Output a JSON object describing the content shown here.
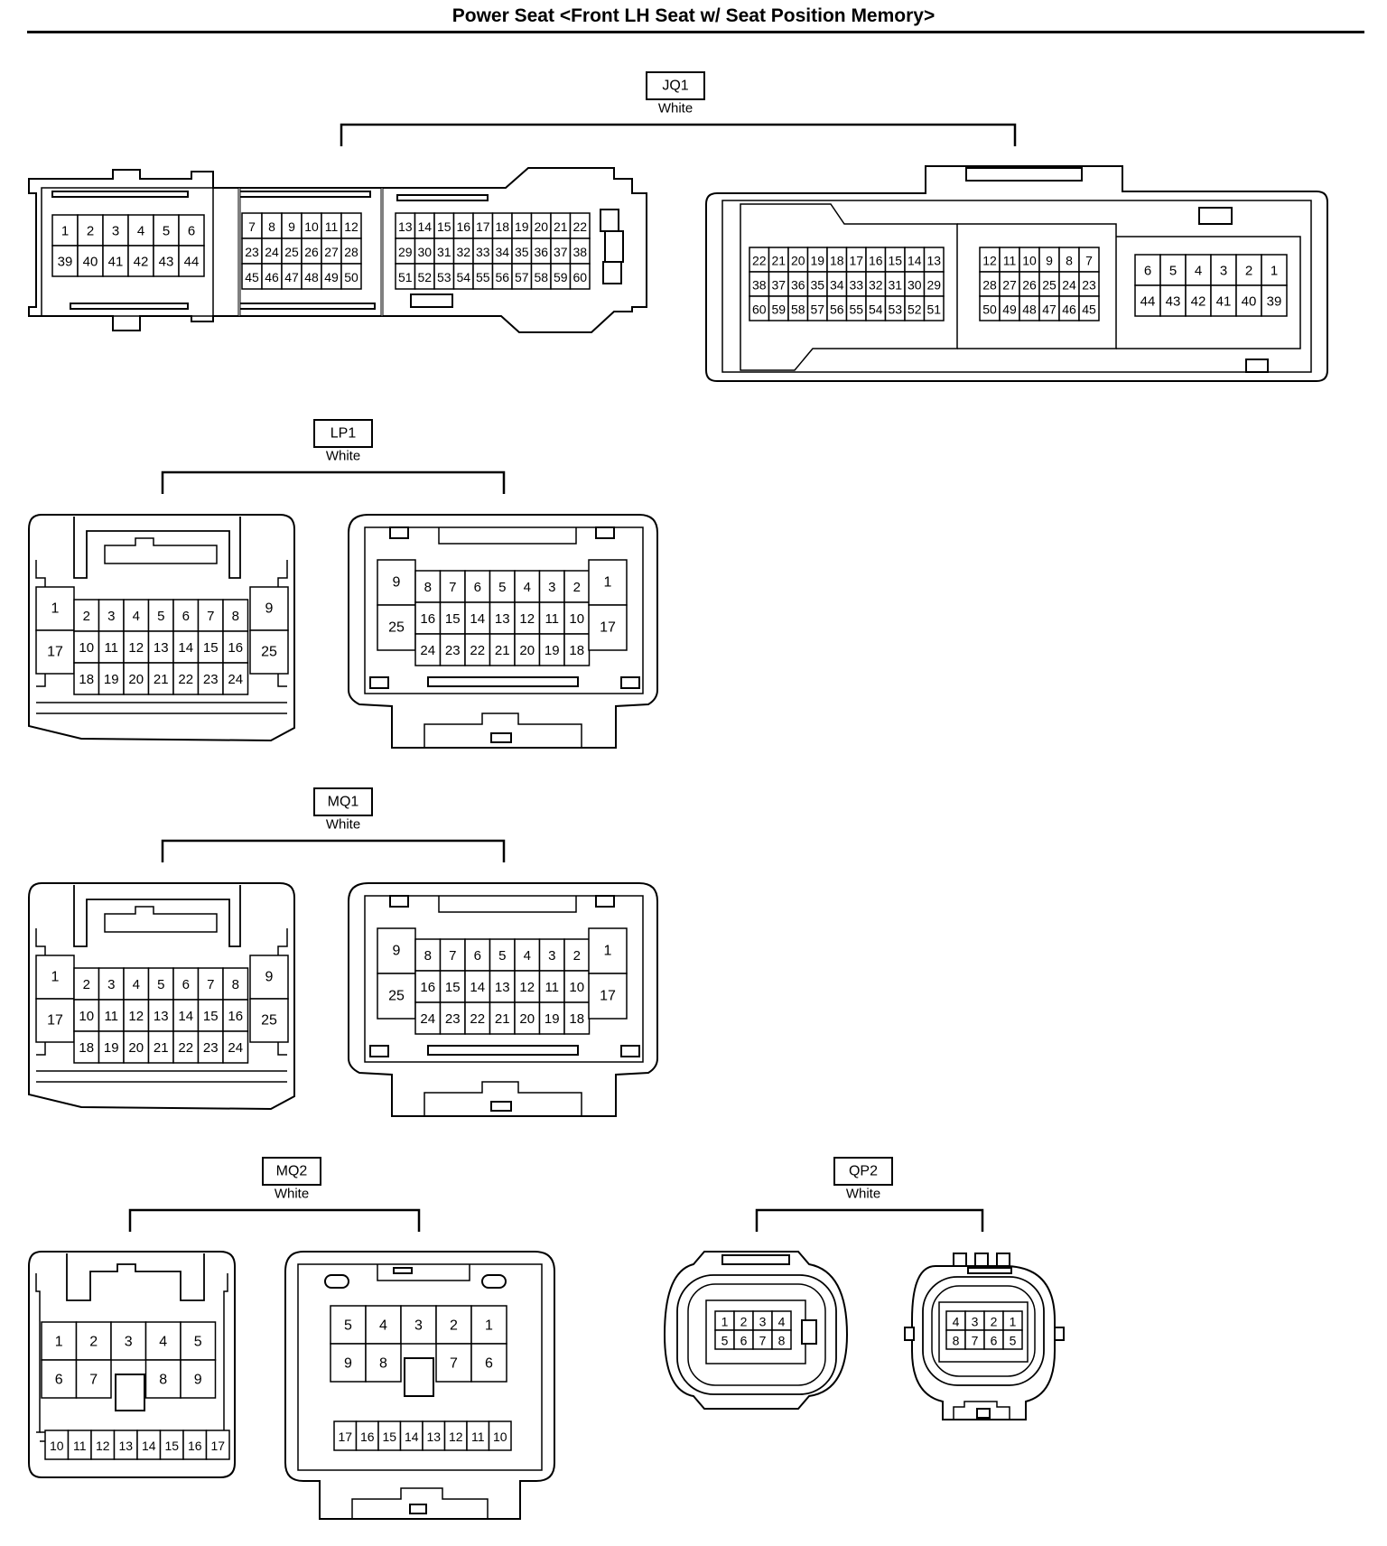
{
  "title": "Power Seat <Front LH Seat w/ Seat Position Memory>",
  "connectors": [
    {
      "id": "JQ1",
      "color": "White",
      "left": {
        "sections": [
          {
            "rows": [
              [
                "1",
                "2",
                "3",
                "4",
                "5",
                "6"
              ],
              [
                "39",
                "40",
                "41",
                "42",
                "43",
                "44"
              ]
            ]
          },
          {
            "rows": [
              [
                "7",
                "8",
                "9",
                "10",
                "11",
                "12"
              ],
              [
                "23",
                "24",
                "25",
                "26",
                "27",
                "28"
              ],
              [
                "45",
                "46",
                "47",
                "48",
                "49",
                "50"
              ]
            ]
          },
          {
            "rows": [
              [
                "13",
                "14",
                "15",
                "16",
                "17",
                "18",
                "19",
                "20",
                "21",
                "22"
              ],
              [
                "29",
                "30",
                "31",
                "32",
                "33",
                "34",
                "35",
                "36",
                "37",
                "38"
              ],
              [
                "51",
                "52",
                "53",
                "54",
                "55",
                "56",
                "57",
                "58",
                "59",
                "60"
              ]
            ]
          }
        ]
      },
      "right": {
        "sections": [
          {
            "rows": [
              [
                "22",
                "21",
                "20",
                "19",
                "18",
                "17",
                "16",
                "15",
                "14",
                "13"
              ],
              [
                "38",
                "37",
                "36",
                "35",
                "34",
                "33",
                "32",
                "31",
                "30",
                "29"
              ],
              [
                "60",
                "59",
                "58",
                "57",
                "56",
                "55",
                "54",
                "53",
                "52",
                "51"
              ]
            ]
          },
          {
            "rows": [
              [
                "12",
                "11",
                "10",
                "9",
                "8",
                "7"
              ],
              [
                "28",
                "27",
                "26",
                "25",
                "24",
                "23"
              ],
              [
                "50",
                "49",
                "48",
                "47",
                "46",
                "45"
              ]
            ]
          },
          {
            "rows": [
              [
                "6",
                "5",
                "4",
                "3",
                "2",
                "1"
              ],
              [
                "44",
                "43",
                "42",
                "41",
                "40",
                "39"
              ]
            ]
          }
        ]
      }
    },
    {
      "id": "LP1",
      "color": "White",
      "left": {
        "side_left": [
          "1",
          "17"
        ],
        "side_right": [
          "9",
          "25"
        ],
        "rows": [
          [
            "2",
            "3",
            "4",
            "5",
            "6",
            "7",
            "8"
          ],
          [
            "10",
            "11",
            "12",
            "13",
            "14",
            "15",
            "16"
          ],
          [
            "18",
            "19",
            "20",
            "21",
            "22",
            "23",
            "24"
          ]
        ]
      },
      "right": {
        "side_left": [
          "9",
          "25"
        ],
        "side_right": [
          "1",
          "17"
        ],
        "rows": [
          [
            "8",
            "7",
            "6",
            "5",
            "4",
            "3",
            "2"
          ],
          [
            "16",
            "15",
            "14",
            "13",
            "12",
            "11",
            "10"
          ],
          [
            "24",
            "23",
            "22",
            "21",
            "20",
            "19",
            "18"
          ]
        ]
      }
    },
    {
      "id": "MQ1",
      "color": "White",
      "left": {
        "side_left": [
          "1",
          "17"
        ],
        "side_right": [
          "9",
          "25"
        ],
        "rows": [
          [
            "2",
            "3",
            "4",
            "5",
            "6",
            "7",
            "8"
          ],
          [
            "10",
            "11",
            "12",
            "13",
            "14",
            "15",
            "16"
          ],
          [
            "18",
            "19",
            "20",
            "21",
            "22",
            "23",
            "24"
          ]
        ]
      },
      "right": {
        "side_left": [
          "9",
          "25"
        ],
        "side_right": [
          "1",
          "17"
        ],
        "rows": [
          [
            "8",
            "7",
            "6",
            "5",
            "4",
            "3",
            "2"
          ],
          [
            "16",
            "15",
            "14",
            "13",
            "12",
            "11",
            "10"
          ],
          [
            "24",
            "23",
            "22",
            "21",
            "20",
            "19",
            "18"
          ]
        ]
      }
    },
    {
      "id": "MQ2",
      "color": "White",
      "left": {
        "rows": [
          [
            "1",
            "2",
            "3",
            "4",
            "5"
          ],
          [
            "6",
            "7",
            "",
            "8",
            "9"
          ]
        ],
        "bottom": [
          "10",
          "11",
          "12",
          "13",
          "14",
          "15",
          "16",
          "17"
        ]
      },
      "right": {
        "rows": [
          [
            "5",
            "4",
            "3",
            "2",
            "1"
          ],
          [
            "9",
            "8",
            "",
            "7",
            "6"
          ]
        ],
        "bottom": [
          "17",
          "16",
          "15",
          "14",
          "13",
          "12",
          "11",
          "10"
        ]
      }
    },
    {
      "id": "QP2",
      "color": "White",
      "left": {
        "rows": [
          [
            "1",
            "2",
            "3",
            "4"
          ],
          [
            "5",
            "6",
            "7",
            "8"
          ]
        ]
      },
      "right": {
        "rows": [
          [
            "4",
            "3",
            "2",
            "1"
          ],
          [
            "8",
            "7",
            "6",
            "5"
          ]
        ]
      }
    }
  ]
}
